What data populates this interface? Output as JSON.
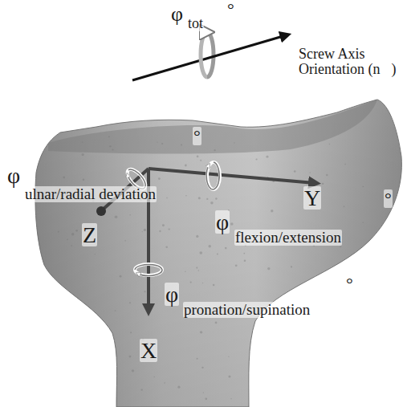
{
  "diagram": {
    "labels": [
      "φ",
      "tot",
      "°",
      "Screw Axis Orientation (n⃗)",
      "φ",
      "ulnar/radial deviation",
      "°",
      "Y",
      "φ",
      "flexion/extension",
      "°",
      "Z",
      "φ",
      "pronation/supination",
      "°",
      "X"
    ]
  }
}
